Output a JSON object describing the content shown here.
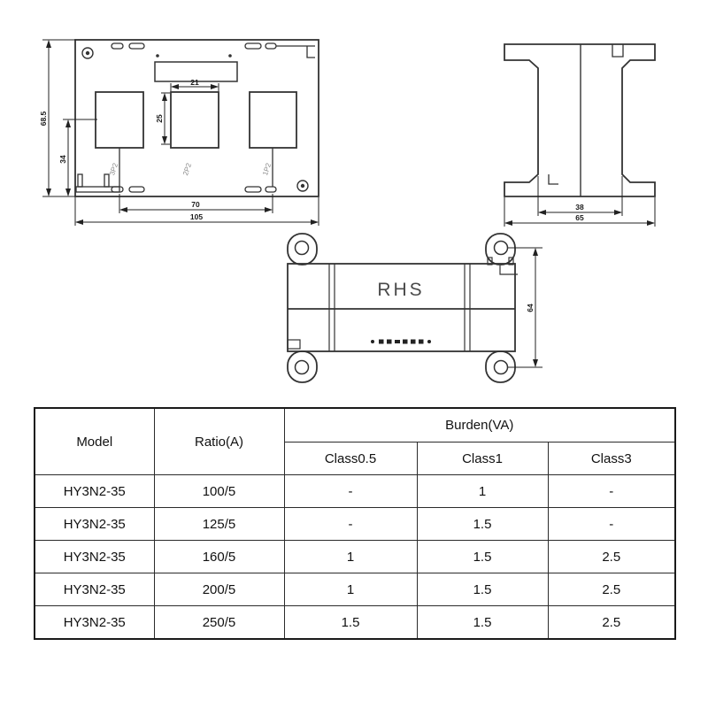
{
  "front_view": {
    "dim_height_overall": "68.5",
    "dim_height_mount": "34",
    "dim_window_width": "21",
    "dim_window_height": "25",
    "dim_hole_spacing": "70",
    "dim_width_overall": "105",
    "terminals": [
      "3P2",
      "2P2",
      "1P2"
    ]
  },
  "side_view": {
    "dim_core_width": "38",
    "dim_width_overall": "65"
  },
  "top_view": {
    "brand": "RHS",
    "dim_mount_spacing": "64"
  },
  "spec_table": {
    "col_model": "Model",
    "col_ratio": "Ratio(A)",
    "col_burden": "Burden(VA)",
    "col_classes": [
      "Class0.5",
      "Class1",
      "Class3"
    ],
    "rows": [
      {
        "model": "HY3N2-35",
        "ratio": "100/5",
        "c05": "-",
        "c1": "1",
        "c3": "-"
      },
      {
        "model": "HY3N2-35",
        "ratio": "125/5",
        "c05": "-",
        "c1": "1.5",
        "c3": "-"
      },
      {
        "model": "HY3N2-35",
        "ratio": "160/5",
        "c05": "1",
        "c1": "1.5",
        "c3": "2.5"
      },
      {
        "model": "HY3N2-35",
        "ratio": "200/5",
        "c05": "1",
        "c1": "1.5",
        "c3": "2.5"
      },
      {
        "model": "HY3N2-35",
        "ratio": "250/5",
        "c05": "1.5",
        "c1": "1.5",
        "c3": "2.5"
      }
    ]
  }
}
